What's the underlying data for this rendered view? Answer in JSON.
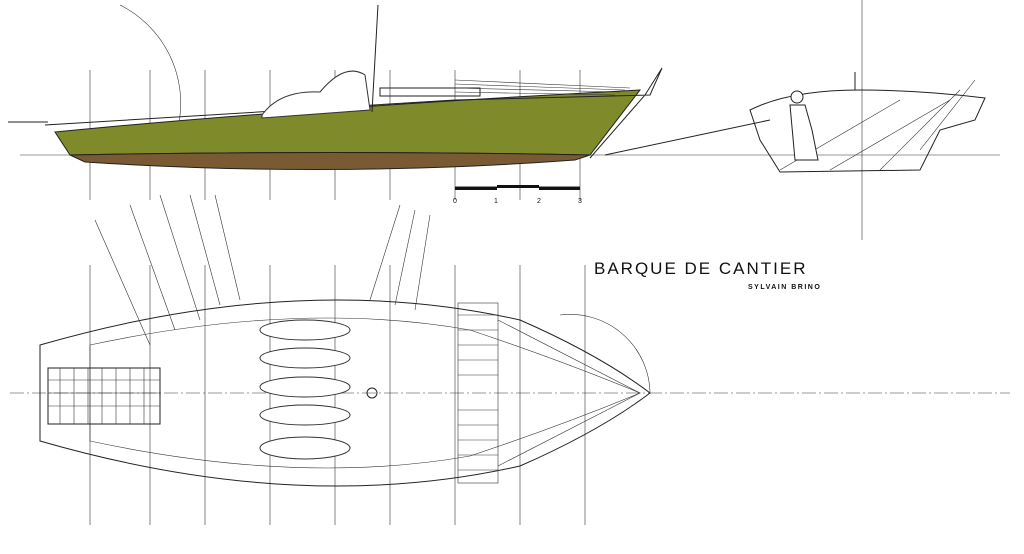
{
  "title": "BARQUE DE CANTIER",
  "author": "SYLVAIN BRINO",
  "scale": {
    "labels": [
      "0",
      "1",
      "2",
      "3"
    ]
  },
  "colors": {
    "hull_upper": "#7f8a2a",
    "hull_bottom": "#7a5a33",
    "line": "#222222"
  }
}
